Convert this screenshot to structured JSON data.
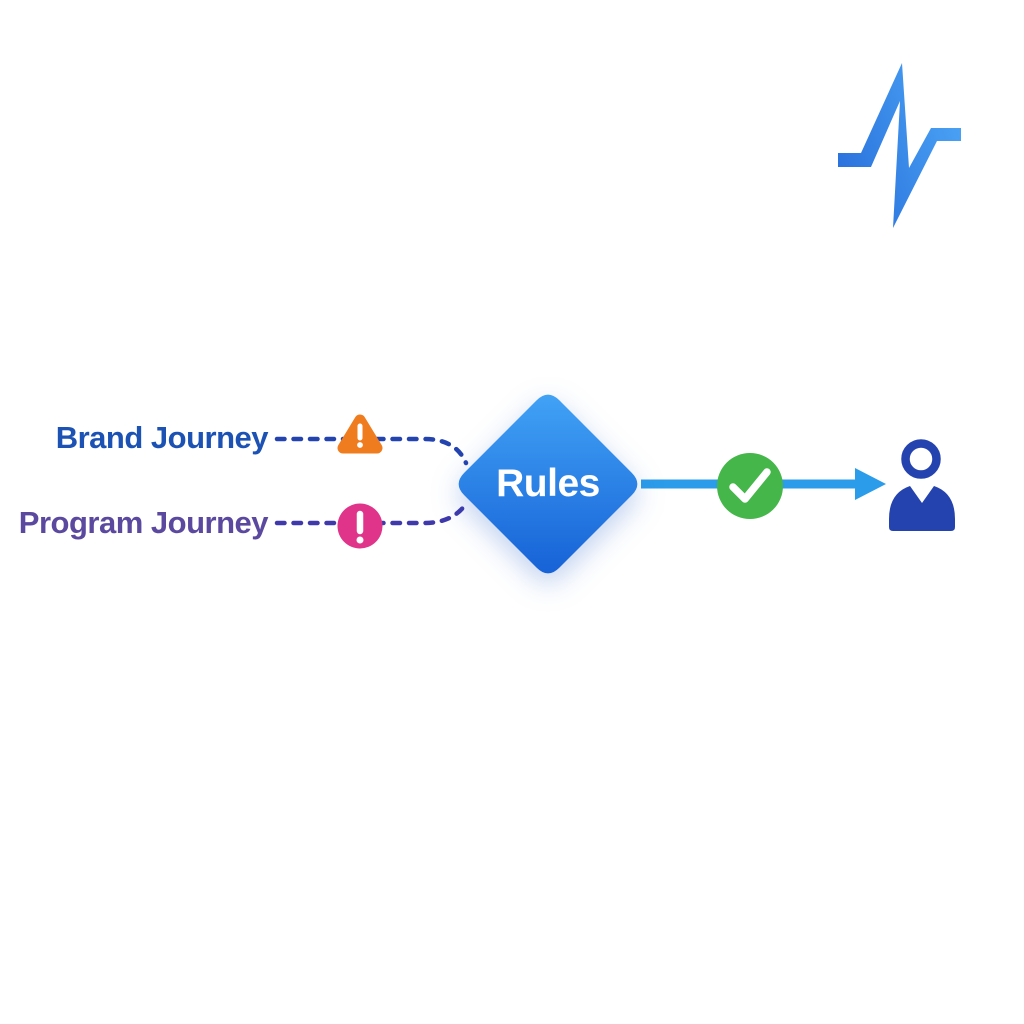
{
  "page": {
    "background_color": "#ffffff"
  },
  "logo": {
    "icon": "pulse-logo-icon",
    "gradient_start": "#2a72dd",
    "gradient_end": "#4aa2f4"
  },
  "journeys": [
    {
      "label": "Brand Journey",
      "label_color": "#1b52b3",
      "connector_color": "#2343af",
      "status_icon": "warning-triangle-icon",
      "status_icon_color": "#ef7d1f",
      "status_mark_color": "#ffffff"
    },
    {
      "label": "Program Journey",
      "label_color": "#5b49a0",
      "connector_color": "#3f39ab",
      "status_icon": "alert-circle-icon",
      "status_icon_color": "#e0348b",
      "status_mark_color": "#ffffff"
    }
  ],
  "decision_node": {
    "label": "Rules",
    "shape": "diamond",
    "gradient_top": "#42a4f6",
    "gradient_bottom": "#1560d6",
    "text_color": "#ffffff"
  },
  "outcome": {
    "arrow_color": "#2b9ce9",
    "check_icon": "check-circle-icon",
    "check_color": "#45b649",
    "check_mark_color": "#ffffff",
    "recipient_icon": "user-icon",
    "recipient_color": "#2443ae"
  }
}
